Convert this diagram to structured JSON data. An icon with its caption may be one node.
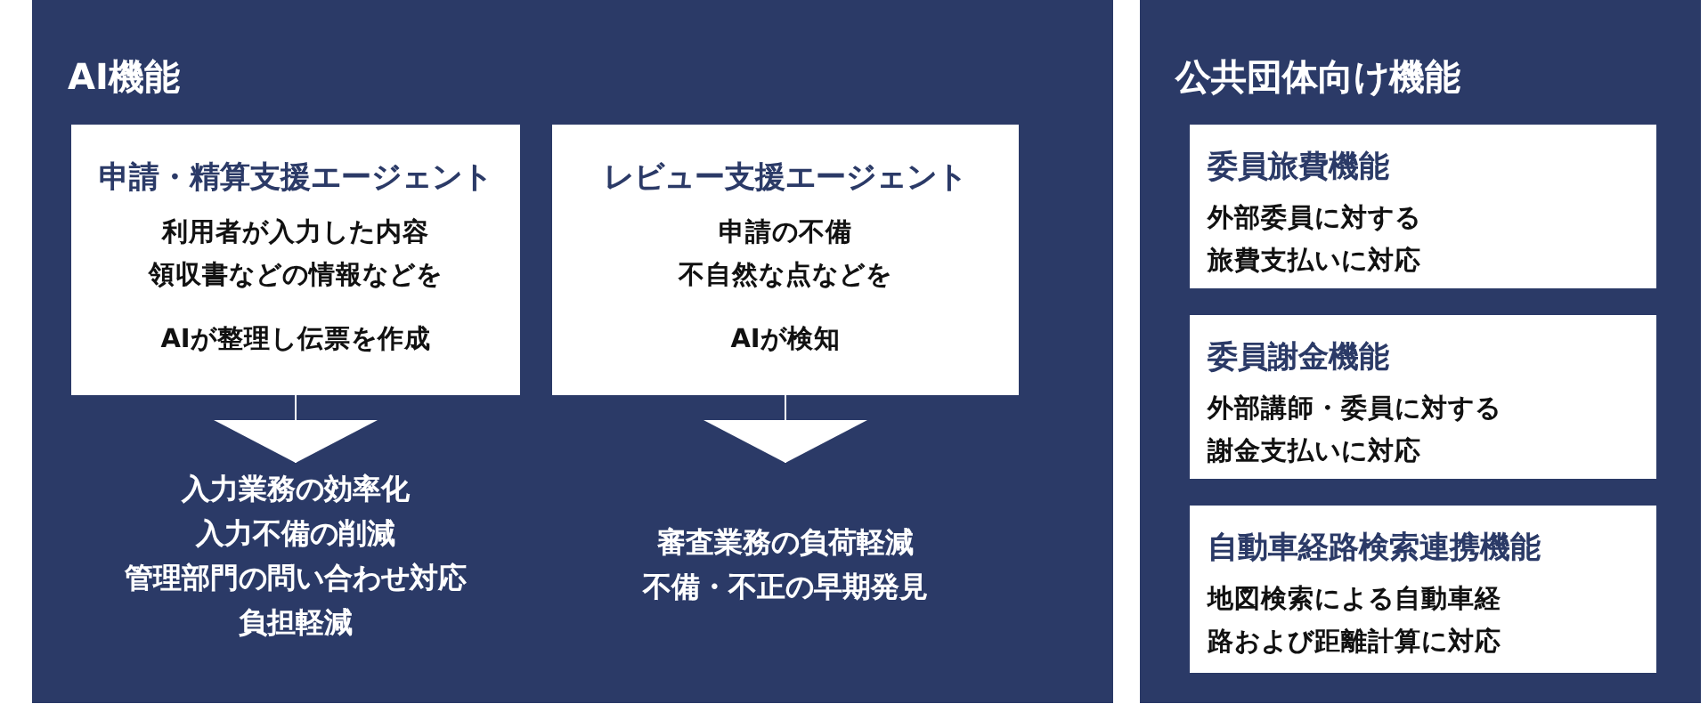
{
  "diagram": {
    "nodes": [
      {
        "text": [
          "AI機能"
        ]
      },
      {
        "text": [
          "申請・精算支援エージェント",
          "利用者が入力した内容",
          "領収書などの情報などを",
          "AIが整理し伝票を作成"
        ],
        "in": 0
      },
      {
        "text": [
          "入力業務の効率化",
          "入力不備の削減",
          "管理部門の問い合わせ対応負担軽減"
        ],
        "in": 0
      },
      {
        "text": [
          "レビュー支援エージェント",
          "申請の不備",
          "不自然な点などを",
          "AIが検知"
        ],
        "in": 0
      },
      {
        "text": [
          "審査業務の負荷軽減",
          "不備・不正の早期発見"
        ],
        "in": 0
      },
      {
        "text": [
          "公共団体向け機能"
        ]
      },
      {
        "text": [
          "委員旅費機能",
          "外部委員に対する旅費支払いに対応"
        ],
        "in": 5
      },
      {
        "text": [
          "委員謝金機能",
          "外部講師・委員に対する謝金支払いに対応"
        ],
        "in": 5
      },
      {
        "text": [
          "自動車経路検索連携機能",
          "地図検索による自動車経路および距離計算に対応"
        ],
        "in": 5
      }
    ],
    "edges": [
      {
        "from": 1,
        "to": 2,
        "arrow": "to"
      },
      {
        "from": 3,
        "to": 4,
        "arrow": "to"
      }
    ]
  }
}
